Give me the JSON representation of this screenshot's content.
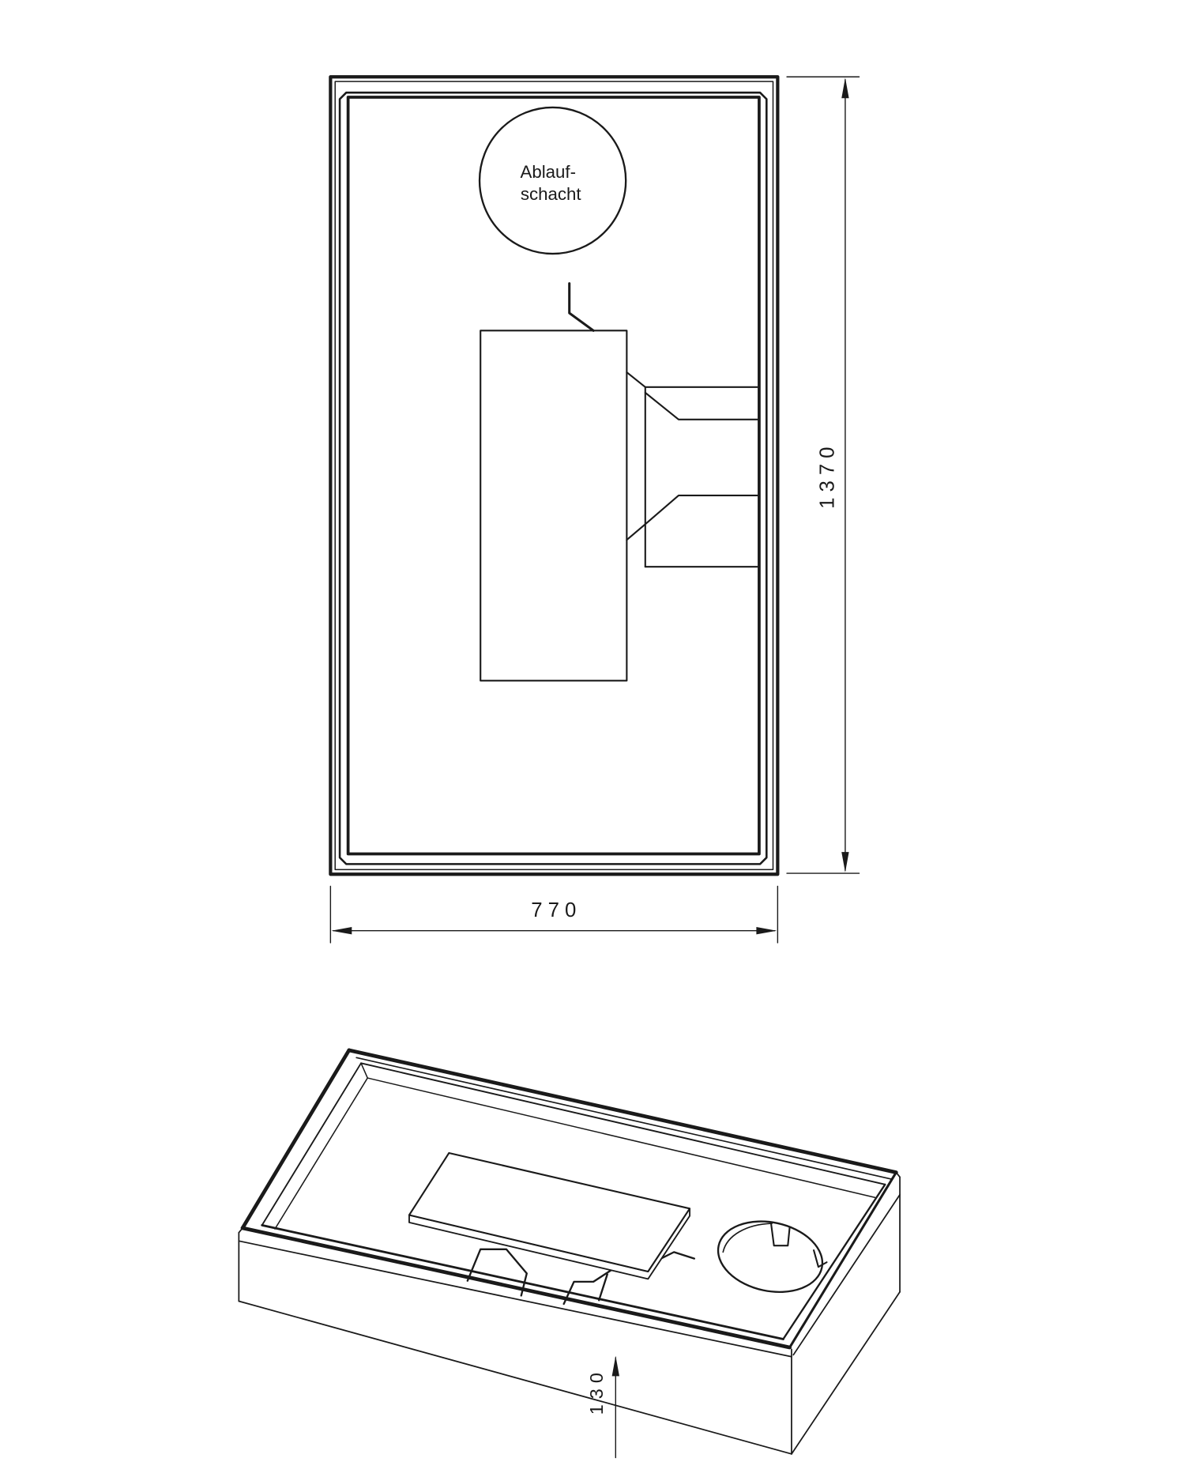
{
  "drawing": {
    "drain_shaft_label": [
      "Ablauf-",
      "schacht"
    ],
    "dimensions": {
      "tray_length": "1370",
      "tray_width": "770",
      "tray_height": "130"
    }
  },
  "colors": {
    "line": "#1a1a1a",
    "background": "#ffffff"
  }
}
